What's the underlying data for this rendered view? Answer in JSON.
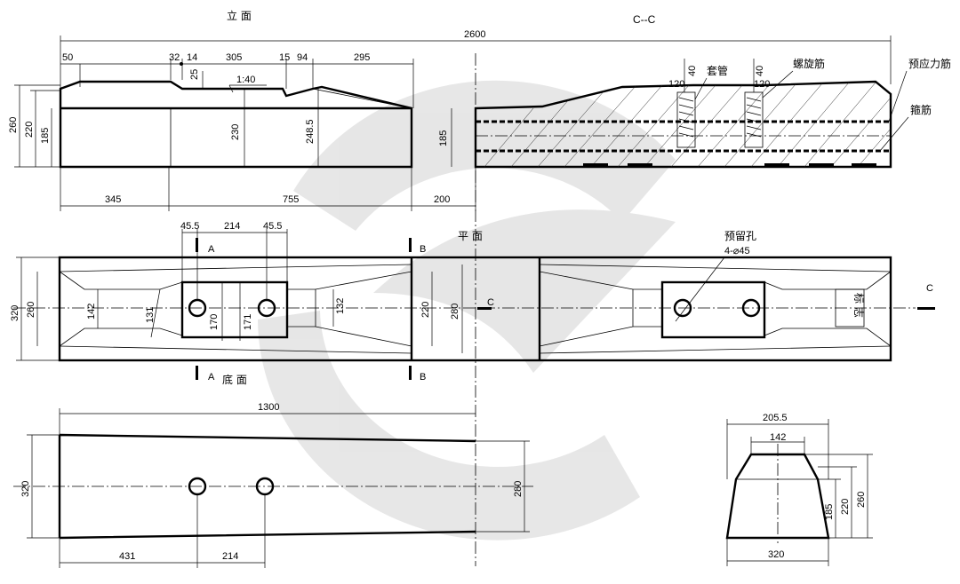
{
  "titles": {
    "elevation": "立 面",
    "section_cc": "C--C",
    "plan": "平 面",
    "bottom": "底 面"
  },
  "labels": {
    "sleeve": "套管",
    "spiral_bar": "螺旋筋",
    "prestress_bar": "预应力筋",
    "stirrup": "箍筋",
    "hole_label": "预留孔",
    "hole_spec": "4-⌀45",
    "marker": "标 志",
    "cut_a": "A",
    "cut_b": "B",
    "cut_c": "C",
    "slope": "1:40"
  },
  "dims_elevation": {
    "total": "2600",
    "d50": "50",
    "d32": "32",
    "d14": "14",
    "d305": "305",
    "d15": "15",
    "d94": "94",
    "d295": "295",
    "d25": "25",
    "h260": "260",
    "h220": "220",
    "h185": "185",
    "h230": "230",
    "h2485": "248.5",
    "h185b": "185",
    "d345": "345",
    "d755": "755",
    "d200": "200",
    "d120a": "120",
    "d40a": "40",
    "d120b": "120",
    "d40b": "40"
  },
  "dims_plan": {
    "d455a": "45.5",
    "d214": "214",
    "d455b": "45.5",
    "w320": "320",
    "w260": "260",
    "w142": "142",
    "w131": "131",
    "w170": "170",
    "w171": "171",
    "w132": "132",
    "w220": "220",
    "w280": "280"
  },
  "dims_bottom": {
    "d1300": "1300",
    "w320": "320",
    "w280": "280",
    "d431": "431",
    "d214": "214"
  },
  "dims_section": {
    "top2055": "205.5",
    "top142": "142",
    "h185": "185",
    "h220": "220",
    "h260": "260",
    "bottom320": "320"
  }
}
